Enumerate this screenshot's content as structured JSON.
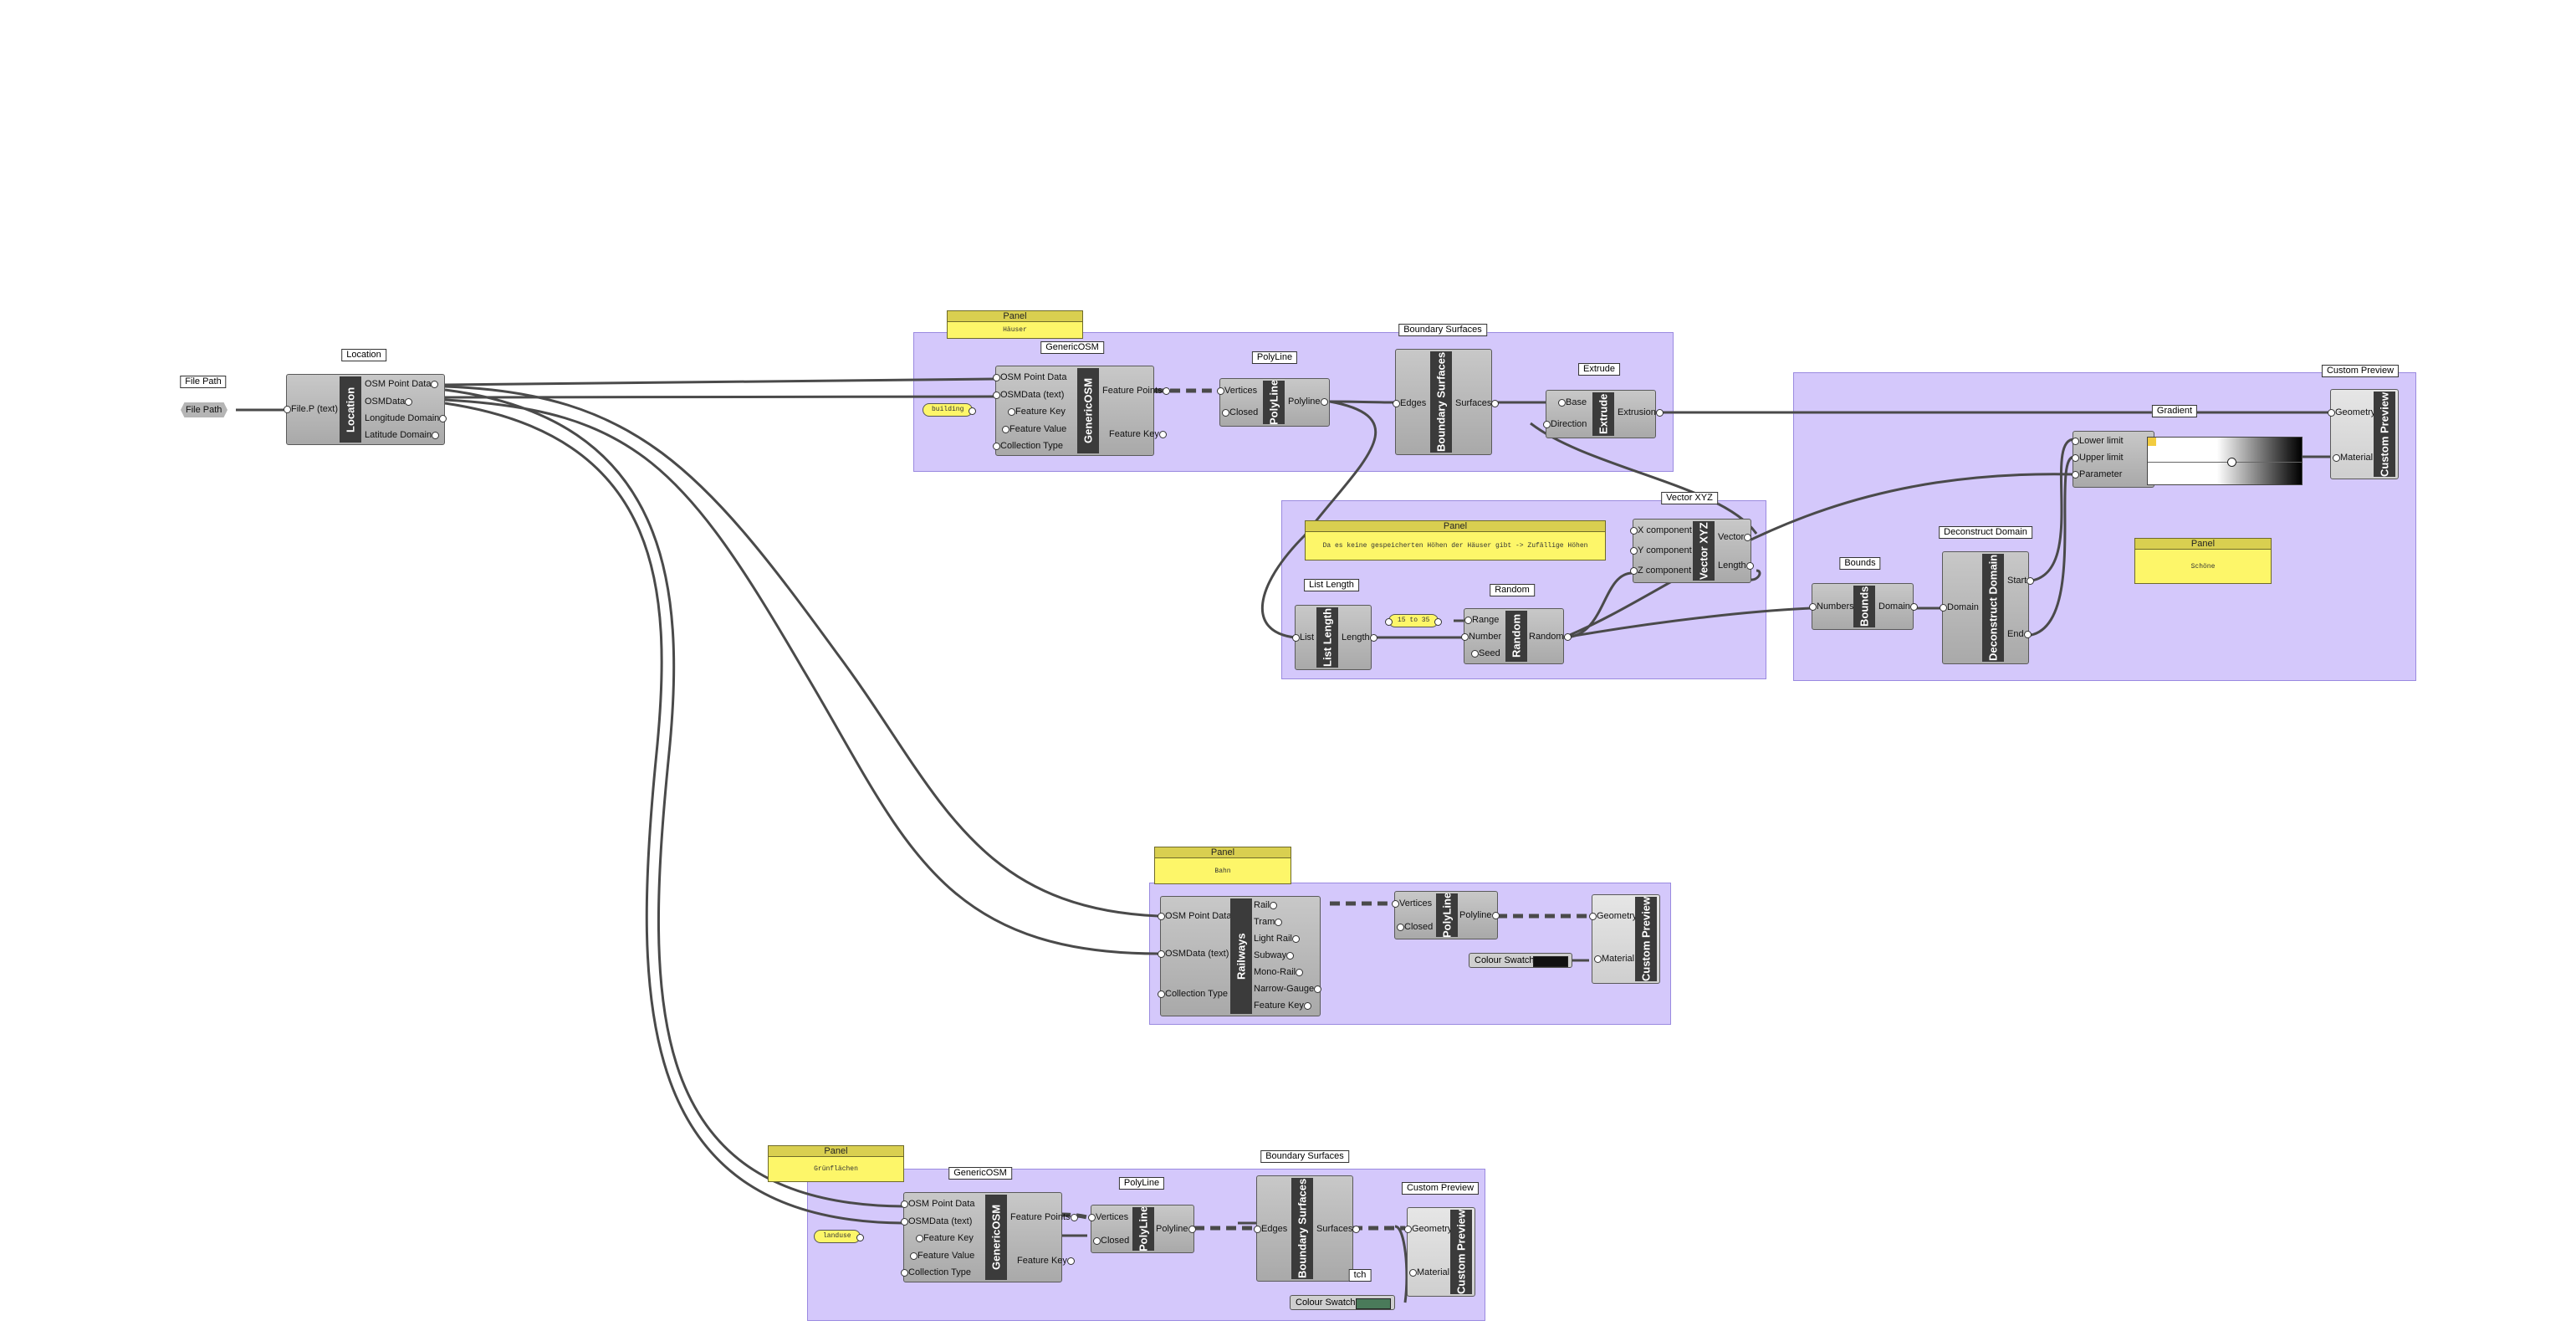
{
  "colors": {
    "canvas": "#ffffff",
    "group": "#d4c8fb",
    "panel": "#fdf669",
    "panel_header": "#d9cf50",
    "component": "#b5b5b5",
    "component_bar": "#3b3b3b",
    "wire": "#4a4a4a"
  },
  "file_path": {
    "tag": "File Path",
    "label": "File Path"
  },
  "location": {
    "tag": "Location",
    "name": "Location",
    "inputs": [
      "File.P (text)"
    ],
    "outputs": [
      "OSM Point Data",
      "OSMData",
      "Longitude Domain",
      "Latitude Domain"
    ]
  },
  "houses": {
    "panel": {
      "header": "Panel",
      "text": "Häuser"
    },
    "building_chip": "building",
    "genericosm": {
      "tag": "GenericOSM",
      "name": "GenericOSM",
      "inputs": [
        "OSM Point Data",
        "OSMData (text)",
        "Feature Key",
        "Feature Value",
        "Collection Type"
      ],
      "outputs": [
        "Feature Points",
        "Feature Key"
      ]
    },
    "polyline": {
      "tag": "PolyLine",
      "name": "PolyLine",
      "inputs": [
        "Vertices",
        "Closed"
      ],
      "outputs": [
        "Polyline"
      ]
    },
    "boundary": {
      "tag": "Boundary Surfaces",
      "name": "Boundary Surfaces",
      "inputs": [
        "Edges"
      ],
      "outputs": [
        "Surfaces"
      ]
    },
    "extrude": {
      "tag": "Extrude",
      "name": "Extrude",
      "inputs": [
        "Base",
        "Direction"
      ],
      "outputs": [
        "Extrusion"
      ]
    }
  },
  "heights": {
    "panel": {
      "header": "Panel",
      "text": "Da es keine gespeicherten Höhen der Häuser gibt -> Zufällige Höhen"
    },
    "list_length": {
      "tag": "List Length",
      "name": "List Length",
      "inputs": [
        "List"
      ],
      "outputs": [
        "Length"
      ]
    },
    "range_chip": "15 to 35",
    "random": {
      "tag": "Random",
      "name": "Random",
      "inputs": [
        "Range",
        "Number",
        "Seed"
      ],
      "outputs": [
        "Random"
      ]
    },
    "vector_xyz": {
      "tag": "Vector XYZ",
      "name": "Vector XYZ",
      "inputs": [
        "X component",
        "Y component",
        "Z component"
      ],
      "outputs": [
        "Vector",
        "Length"
      ]
    }
  },
  "preview_group": {
    "custom_preview": {
      "tag": "Custom Preview",
      "name": "Custom Preview",
      "inputs": [
        "Geometry",
        "Material"
      ]
    },
    "gradient": {
      "tag": "Gradient",
      "inputs": [
        "Lower limit",
        "Upper limit",
        "Parameter"
      ]
    },
    "bounds": {
      "tag": "Bounds",
      "name": "Bounds",
      "inputs": [
        "Numbers"
      ],
      "outputs": [
        "Domain"
      ]
    },
    "deconstruct": {
      "tag": "Deconstruct Domain",
      "name": "Deconstruct Domain",
      "inputs": [
        "Domain"
      ],
      "outputs": [
        "Start",
        "End"
      ]
    },
    "panel": {
      "header": "Panel",
      "text": "Schöne"
    }
  },
  "railways": {
    "panel": {
      "header": "Panel",
      "text": "Bahn"
    },
    "railways": {
      "name": "Railways",
      "inputs": [
        "OSM Point Data",
        "OSMData (text)",
        "Collection Type"
      ],
      "outputs": [
        "Rail",
        "Tram",
        "Light Rail",
        "Subway",
        "Mono-Rail",
        "Narrow-Gauge",
        "Feature Key"
      ]
    },
    "polyline": {
      "name": "PolyLine",
      "inputs": [
        "Vertices",
        "Closed"
      ],
      "outputs": [
        "Polyline"
      ]
    },
    "custom_preview": {
      "name": "Custom Preview",
      "inputs": [
        "Geometry",
        "Material"
      ]
    },
    "swatch": {
      "label": "Colour Swatch",
      "color": "#111111"
    }
  },
  "landuse": {
    "panel": {
      "header": "Panel",
      "text": "Grünflächen"
    },
    "landuse_chip": "landuse",
    "genericosm": {
      "tag": "GenericOSM",
      "name": "GenericOSM",
      "inputs": [
        "OSM Point Data",
        "OSMData (text)",
        "Feature Key",
        "Feature Value",
        "Collection Type"
      ],
      "outputs": [
        "Feature Points",
        "Feature Key"
      ]
    },
    "polyline": {
      "tag": "PolyLine",
      "name": "PolyLine",
      "inputs": [
        "Vertices",
        "Closed"
      ],
      "outputs": [
        "Polyline"
      ]
    },
    "boundary": {
      "tag": "Boundary Surfaces",
      "name": "Boundary Surfaces",
      "inputs": [
        "Edges"
      ],
      "outputs": [
        "Surfaces"
      ],
      "hidden_tag": "tch"
    },
    "custom_preview": {
      "tag": "Custom Preview",
      "name": "Custom Preview",
      "inputs": [
        "Geometry",
        "Material"
      ]
    },
    "swatch": {
      "label": "Colour Swatch",
      "color": "#4a7a5a"
    }
  }
}
